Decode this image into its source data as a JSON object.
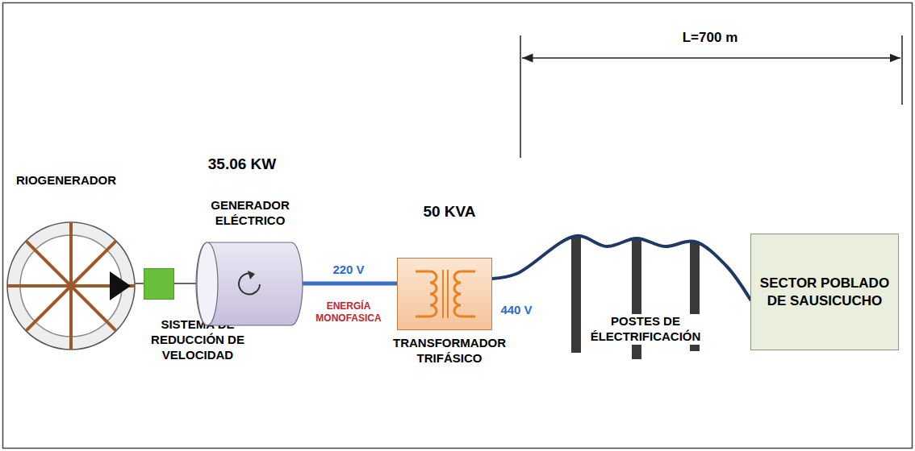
{
  "diagram": {
    "nodes": [
      {
        "text": [
          "RIOGENERADOR"
        ]
      },
      {
        "text": [
          "SISTEMA DE REDUCCIÓN DE VELOCIDAD"
        ]
      },
      {
        "text": [
          "35.06 KW",
          "GENERADOR ELÉCTRICO"
        ]
      },
      {
        "text": [
          "50 KVA",
          "TRANSFORMADOR TRIFÁSICO"
        ]
      },
      {
        "text": [
          "SECTOR POBLADO DE SAUSICUCHO"
        ]
      }
    ],
    "edges": [
      {
        "from": 0,
        "to": 1,
        "arrow": "none"
      },
      {
        "from": 1,
        "to": 2,
        "arrow": "none"
      },
      {
        "from": 2,
        "to": 3,
        "label": "220 V",
        "arrow": "none"
      },
      {
        "from": 3,
        "to": 4,
        "label": "440 V",
        "arrow": "none"
      }
    ],
    "labels": [
      "ENERGÍA MONOFASICA",
      "POSTES DE ÉLECTRIFICACIÓN",
      "L=700 m"
    ]
  }
}
